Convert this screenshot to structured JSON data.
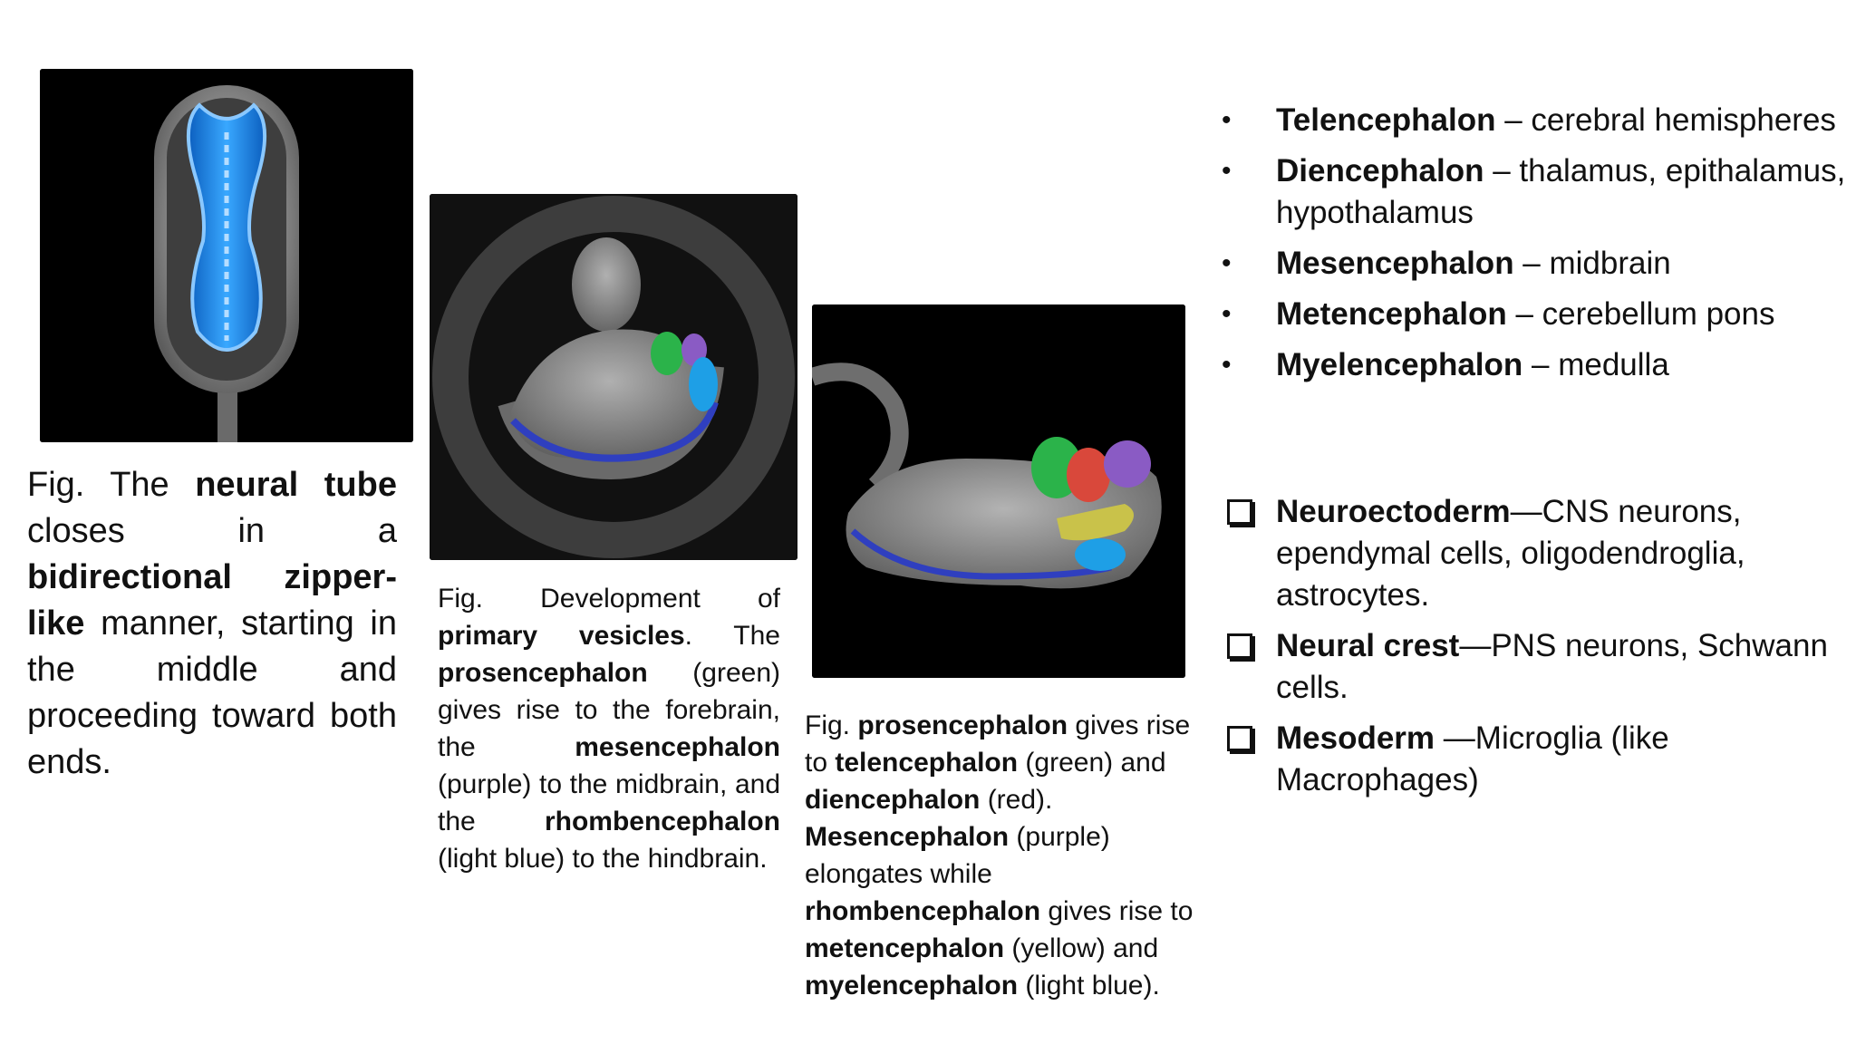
{
  "figures": {
    "fig1": {
      "caption": [
        {
          "text": "Fig. The ",
          "bold": false
        },
        {
          "text": "neural tube",
          "bold": true
        },
        {
          "text": " closes in a ",
          "bold": false
        },
        {
          "text": "bidirectional zipper-like",
          "bold": true
        },
        {
          "text": " manner, starting in the middle and proceeding toward both ends.",
          "bold": false
        }
      ]
    },
    "fig2": {
      "caption": [
        {
          "text": "Fig. Development of ",
          "bold": false
        },
        {
          "text": "primary vesicles",
          "bold": true
        },
        {
          "text": ". The ",
          "bold": false
        },
        {
          "text": "prosencephalon",
          "bold": true
        },
        {
          "text": " (green) gives rise to the forebrain, the ",
          "bold": false
        },
        {
          "text": "mesencephalon",
          "bold": true
        },
        {
          "text": " (purple) to the midbrain, and the ",
          "bold": false
        },
        {
          "text": "rhombencephalon",
          "bold": true
        },
        {
          "text": " (light blue) to the hindbrain.",
          "bold": false
        }
      ]
    },
    "fig3": {
      "caption": [
        {
          "text": "Fig. ",
          "bold": false
        },
        {
          "text": "prosencephalon",
          "bold": true
        },
        {
          "text": " gives rise to ",
          "bold": false
        },
        {
          "text": "telencephalon",
          "bold": true
        },
        {
          "text": " (green) and ",
          "bold": false
        },
        {
          "text": "diencephalon",
          "bold": true
        },
        {
          "text": " (red). ",
          "bold": false
        },
        {
          "text": "Mesencephalon",
          "bold": true
        },
        {
          "text": " (purple) elongates while ",
          "bold": false
        },
        {
          "text": "rhombencephalon",
          "bold": true
        },
        {
          "text": " gives rise to ",
          "bold": false
        },
        {
          "text": "metencephalon",
          "bold": true
        },
        {
          "text": " (yellow) and ",
          "bold": false
        },
        {
          "text": "myelencephalon",
          "bold": true
        },
        {
          "text": " (light blue).",
          "bold": false
        }
      ]
    }
  },
  "brain_regions": [
    {
      "term": "Telencephalon",
      "desc": " – cerebral hemispheres"
    },
    {
      "term": "Diencephalon",
      "desc": " – thalamus, epithalamus, hypothalamus"
    },
    {
      "term": "Mesencephalon",
      "desc": " – midbrain"
    },
    {
      "term": "Metencephalon",
      "desc": " –  cerebellum pons"
    },
    {
      "term": "Myelencephalon",
      "desc": " –  medulla"
    }
  ],
  "bullet_symbol": "•",
  "origins": [
    {
      "term": " Neuroectoderm",
      "desc": "—CNS neurons, ependymal cells, oligodendroglia, astrocytes."
    },
    {
      "term": "Neural crest",
      "desc": "—PNS neurons, Schwann cells."
    },
    {
      "term": "Mesoderm",
      "desc": " —Microglia (like Macrophages)"
    }
  ],
  "colors": {
    "green": "#2bb34a",
    "red": "#d9483b",
    "purple": "#8a5bc4",
    "yellow": "#c9c24a",
    "light_blue": "#1e9fe6",
    "embryo_gray": "#8f8f8f"
  },
  "icons": {
    "bullet": "bullet-dot-icon",
    "checkbox": "checkbox-icon"
  }
}
